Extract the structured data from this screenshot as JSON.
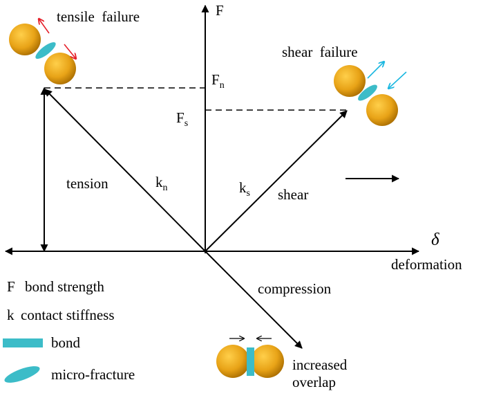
{
  "axes": {
    "y_label": "F",
    "x_symbol": "δ",
    "x_label": "deformation"
  },
  "markers": {
    "fn_main": "F",
    "fn_sub": "n",
    "fs_main": "F",
    "fs_sub": "s"
  },
  "branches": {
    "tension": "tension",
    "kn_main": "k",
    "kn_sub": "n",
    "ks_main": "k",
    "ks_sub": "s",
    "shear": "shear",
    "compression": "compression"
  },
  "failures": {
    "tensile": "tensile  failure",
    "shear": "shear  failure"
  },
  "overlap": {
    "line1": "increased",
    "line2": "overlap"
  },
  "legend": {
    "f_symbol": "F",
    "f_text": "bond strength",
    "k_symbol": "k",
    "k_text": "contact stiffness",
    "bond_text": "bond",
    "fracture_text": "micro-fracture"
  },
  "colors": {
    "ball": "#e8a317",
    "ball_dark": "#a86c00",
    "bond": "#3cbcc8",
    "tensile_arrow": "#e5202a",
    "shear_arrow": "#1ab7e0",
    "line": "#000000"
  }
}
